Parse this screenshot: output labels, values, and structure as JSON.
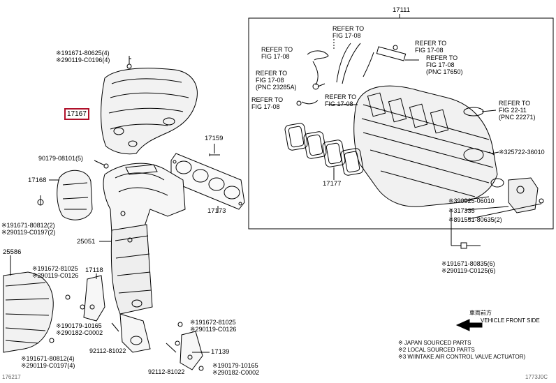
{
  "callouts": {
    "p17111": "17111",
    "p17167": "17167",
    "p17159": "17159",
    "p17168": "17168",
    "p17173": "17173",
    "p17177": "17177",
    "p25051": "25051",
    "p25586": "25586",
    "p17118": "17118",
    "p17139": "17139"
  },
  "parts": {
    "top_bolt_1": "※191671-80625(4)",
    "top_bolt_2": "※290119-C0196(4)",
    "stud_90179": "90179-08101(5)",
    "left_bolt_1": "※191671-80812(2)",
    "left_bolt_2": "※290119-C0197(2)",
    "mid_1": "※191672-81025",
    "mid_2": "※290119-C0126",
    "nut_1": "※190179-10165",
    "nut_2": "※290182-C0002",
    "stud_92112_a": "92112-81022",
    "bot_left_1": "※191671-80812(4)",
    "bot_left_2": "※290119-C0197(4)",
    "rb_1": "※191672-81025",
    "rb_2": "※290119-C0126",
    "stud_92112_b": "92112-81022",
    "rbb_1": "※190179-10165",
    "rbb_2": "※290182-C0002",
    "im_bolt_1": "※191671-80835(6)",
    "im_bolt_2": "※290119-C0125(6)",
    "seal_325722": "※325722-36010",
    "gasket_390925": "※390925-06010",
    "valve_317335": "※317335",
    "bolt_891551": "※891551-80635(2)"
  },
  "refer": {
    "r1": [
      "REFER TO",
      "FIG 17-08"
    ],
    "r2": [
      "REFER TO",
      "FIG 17-08"
    ],
    "r3": [
      "REFER TO",
      "FIG 17-08",
      "(PNC 17650)"
    ],
    "r4": [
      "REFER TO",
      "FIG 17-08",
      "(PNC 23285A)"
    ],
    "r5": [
      "REFER TO",
      "FIG 17-08"
    ],
    "r6": [
      "REFER TO",
      "FIG 17-08"
    ],
    "r7": [
      "REFER TO",
      "FIG 22-11",
      "(PNC 22271)"
    ]
  },
  "vehicle_front": {
    "jp": "車両前方",
    "en": "VEHICLE FRONT SIDE"
  },
  "legend": {
    "l1": "※ JAPAN SOURCED PARTS",
    "l2": "※2 LOCAL SOURCED PARTS",
    "l3": "※3 W/INTAKE AIR CONTROL VALVE ACTUATOR)"
  },
  "footer": {
    "left": "176217",
    "right": "1773J0C"
  }
}
